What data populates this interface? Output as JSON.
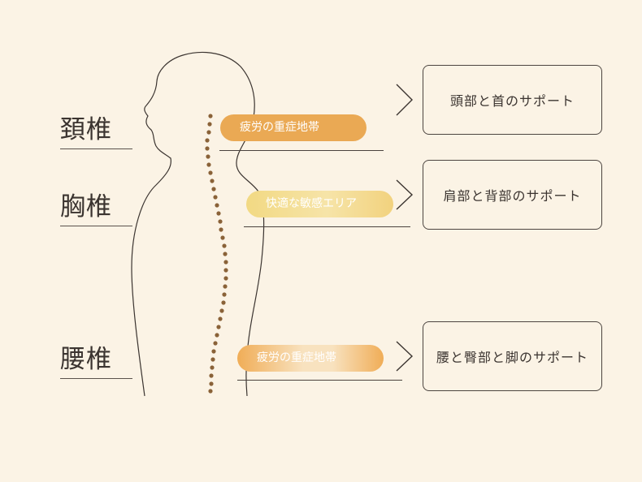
{
  "spine_sections": [
    {
      "label": "頚椎"
    },
    {
      "label": "胸椎"
    },
    {
      "label": "腰椎"
    }
  ],
  "zones": [
    {
      "label": "疲労の重症地帯"
    },
    {
      "label": "快適な敏感エリア"
    },
    {
      "label": "疲労の重症地帯"
    }
  ],
  "support_boxes": [
    {
      "label": "頭部と首のサポート"
    },
    {
      "label": "肩部と背部のサポート"
    },
    {
      "label": "腰と臀部と脚のサポート"
    }
  ],
  "colors": {
    "background": "#fbf3e5",
    "zone_strong": "#eaa954",
    "zone_light": "#f2d983",
    "spine_dots": "#8a6238",
    "outline": "#3b3430"
  }
}
